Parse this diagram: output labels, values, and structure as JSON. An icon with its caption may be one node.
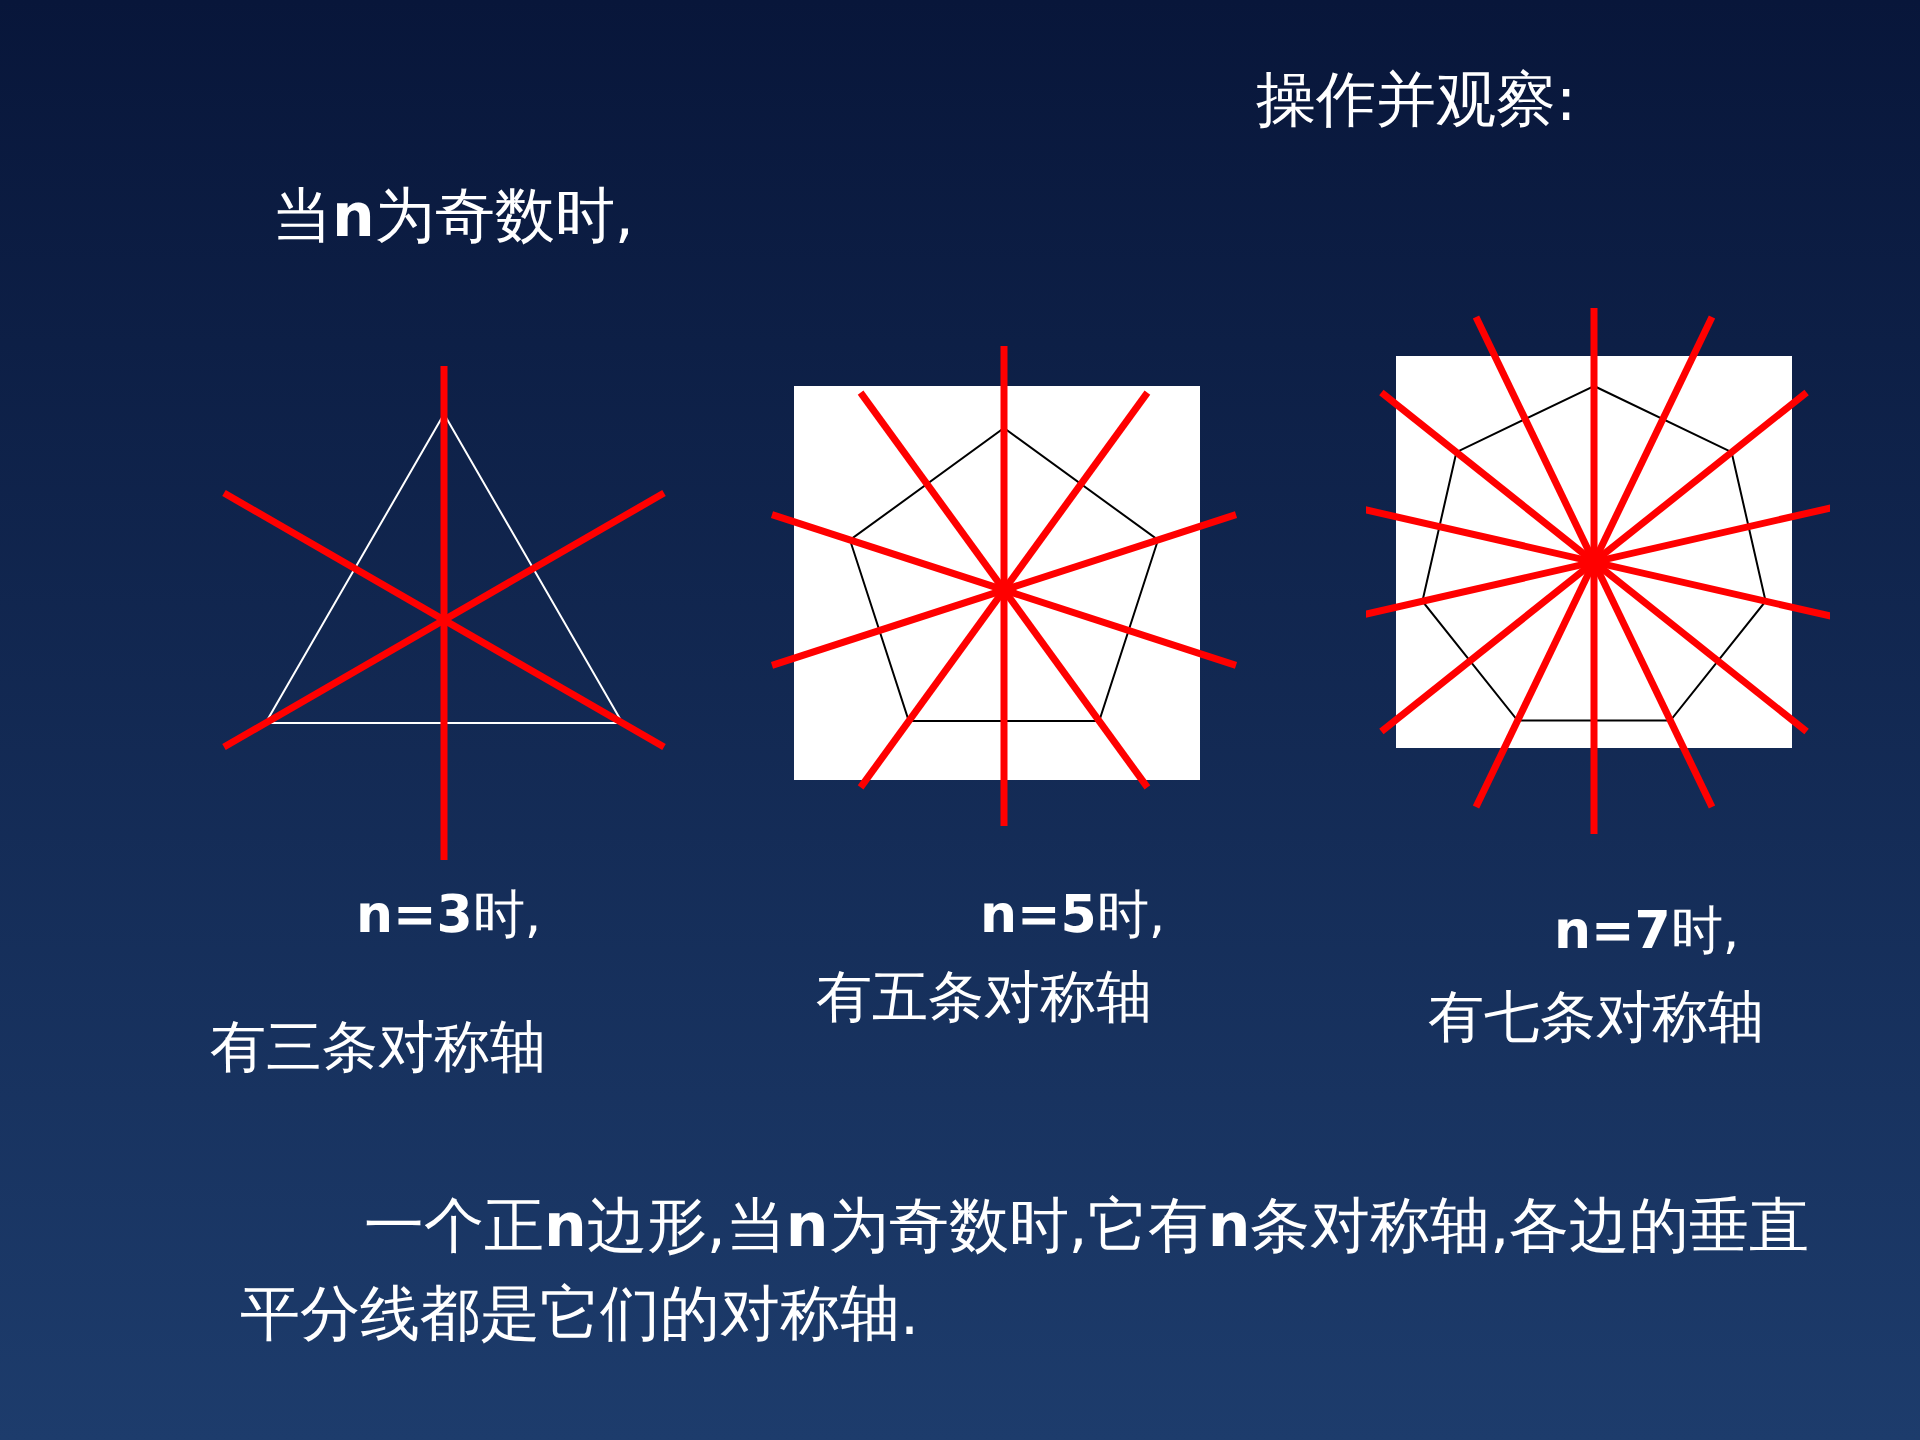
{
  "diagram": {
    "title": "操作并观察:",
    "nodes": [
      {
        "text": [],
        "shape": "triangle",
        "beside": [
          "**n=3**时,",
          "有三条对称轴"
        ]
      },
      {
        "text": [],
        "shape": "pentagon",
        "beside": [
          "**n=5**时,",
          "有五条对称轴"
        ]
      },
      {
        "text": [],
        "shape": "heptagon",
        "beside": [
          "**n=7**时,",
          "有七条对称轴"
        ]
      }
    ],
    "labels": [
      "当**n**为奇数时,",
      "一个正**n**边形,当**n**为奇数时,它有**n**条对称轴,各边的垂直平分线都是它们的对称轴."
    ]
  }
}
